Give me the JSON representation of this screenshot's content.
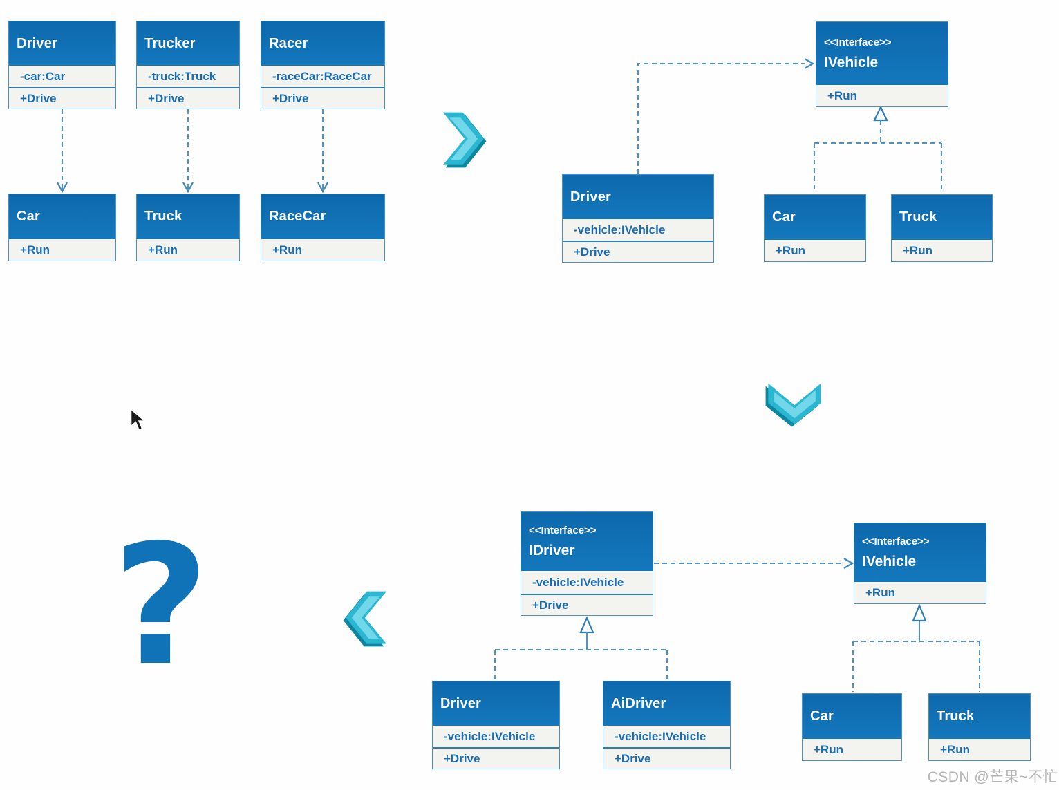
{
  "stage1": {
    "drivers": [
      {
        "name": "Driver",
        "attribute": "-car:Car",
        "method": "+Drive"
      },
      {
        "name": "Trucker",
        "attribute": "-truck:Truck",
        "method": "+Drive"
      },
      {
        "name": "Racer",
        "attribute": "-raceCar:RaceCar",
        "method": "+Drive"
      }
    ],
    "vehicles": [
      {
        "name": "Car",
        "method": "+Run"
      },
      {
        "name": "Truck",
        "method": "+Run"
      },
      {
        "name": "RaceCar",
        "method": "+Run"
      }
    ]
  },
  "stage2": {
    "interface": {
      "stereotype": "<<Interface>>",
      "name": "IVehicle",
      "method": "+Run"
    },
    "driver": {
      "name": "Driver",
      "attribute": "-vehicle:IVehicle",
      "method": "+Drive"
    },
    "vehicles": [
      {
        "name": "Car",
        "method": "+Run"
      },
      {
        "name": "Truck",
        "method": "+Run"
      }
    ]
  },
  "stage3": {
    "driver_interface": {
      "stereotype": "<<Interface>>",
      "name": "IDriver",
      "attribute": "-vehicle:IVehicle",
      "method": "+Drive"
    },
    "vehicle_interface": {
      "stereotype": "<<Interface>>",
      "name": "IVehicle",
      "method": "+Run"
    },
    "drivers": [
      {
        "name": "Driver",
        "attribute": "-vehicle:IVehicle",
        "method": "+Drive"
      },
      {
        "name": "AiDriver",
        "attribute": "-vehicle:IVehicle",
        "method": "+Drive"
      }
    ],
    "vehicles": [
      {
        "name": "Car",
        "method": "+Run"
      },
      {
        "name": "Truck",
        "method": "+Run"
      }
    ]
  },
  "question_mark": "?",
  "watermark": "CSDN @芒果~不忙",
  "colors": {
    "header_blue": "#1173b7",
    "body_fill": "#f3f3f0",
    "border_blue": "#4a90c4",
    "member_text": "#1a6db3",
    "chevron_teal": "#2bb7d1",
    "watermark_gray": "#b5b5b5"
  }
}
